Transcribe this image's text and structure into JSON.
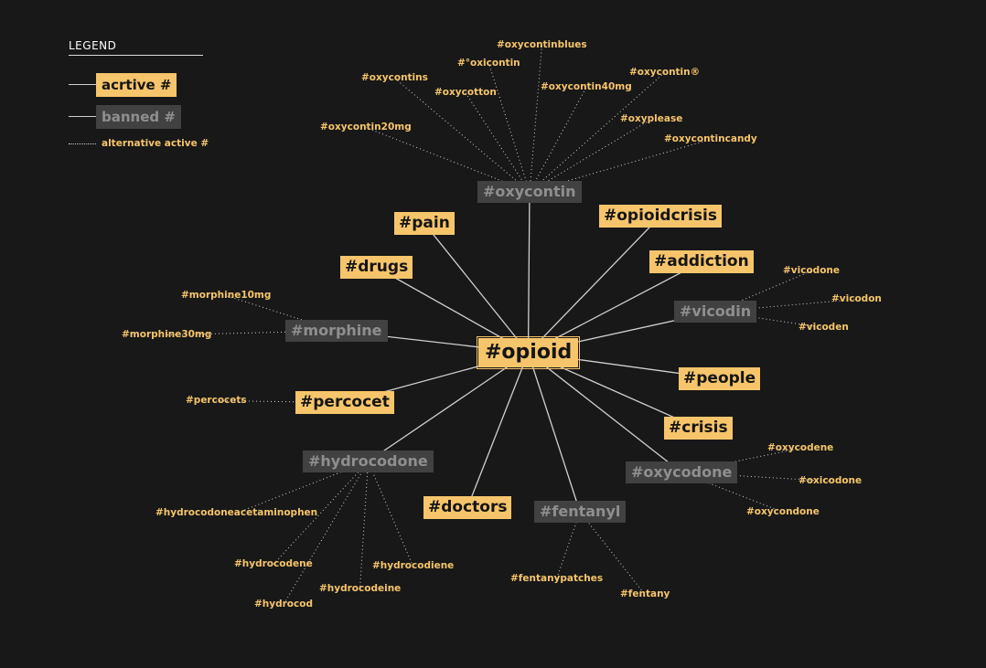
{
  "legend": {
    "title": "LEGEND",
    "active_label": "acrtive #",
    "banned_label": "banned #",
    "alt_label": "alternative active #"
  },
  "center": "#opioid",
  "active": {
    "pain": "#pain",
    "opioidcrisis": "#opioidcrisis",
    "drugs": "#drugs",
    "addiction": "#addiction",
    "people": "#people",
    "percocet": "#percocet",
    "crisis": "#crisis",
    "doctors": "#doctors"
  },
  "banned": {
    "oxycontin": "#oxycontin",
    "vicodin": "#vicodin",
    "morphine": "#morphine",
    "hydrocodone": "#hydrocodone",
    "fentanyl": "#fentanyl",
    "oxycodone": "#oxycodone"
  },
  "alternatives": {
    "oxycontin": [
      "#oxycontinblues",
      "#°oxicontin",
      "#oxycontins",
      "#oxycontin®",
      "#oxycotton",
      "#oxycontin40mg",
      "#oxyplease",
      "#oxycontin20mg",
      "#oxycontincandy"
    ],
    "vicodin": [
      "#vicodone",
      "#vicodon",
      "#vicoden"
    ],
    "morphine": [
      "#morphine10mg",
      "#morphine30mg"
    ],
    "percocet": [
      "#percocets"
    ],
    "hydrocodone": [
      "#hydrocodoneacetaminophen",
      "#hydrocodene",
      "#hydrocodiene",
      "#hydrocodeine",
      "#hydrocod"
    ],
    "fentanyl": [
      "#fentanypatches",
      "#fentany"
    ],
    "oxycodone": [
      "#oxycodene",
      "#oxicodone",
      "#oxycondone"
    ]
  },
  "colors": {
    "background": "#181818",
    "active": "#f6c56b",
    "banned": "#414141",
    "banned_text": "#8f8f8f",
    "line": "#d0d0d0"
  }
}
